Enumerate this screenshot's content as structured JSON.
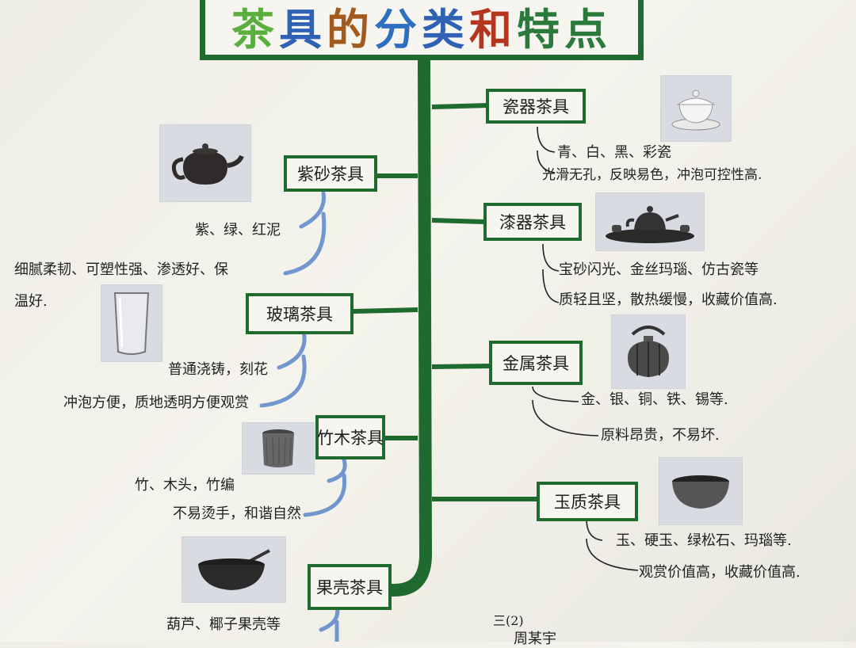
{
  "title": {
    "chars": [
      {
        "text": "茶",
        "color": "c1"
      },
      {
        "text": "具",
        "color": "c2"
      },
      {
        "text": "的",
        "color": "c3"
      },
      {
        "text": "分",
        "color": "c4"
      },
      {
        "text": "类",
        "color": "c2"
      },
      {
        "text": "和",
        "color": "c5"
      },
      {
        "text": "特",
        "color": "c6"
      },
      {
        "text": "点",
        "color": "c6"
      }
    ]
  },
  "right": [
    {
      "label": "瓷器茶具",
      "notes": [
        "青、白、黑、彩瓷",
        "光滑无孔，反映易色，冲泡可控性高."
      ],
      "photo_icon": "gaiwan-icon"
    },
    {
      "label": "漆器茶具",
      "notes": [
        "宝砂闪光、金丝玛瑙、仿古瓷等",
        "质轻且坚，散热缓慢，收藏价值高."
      ],
      "photo_icon": "lacquer-teaset-icon"
    },
    {
      "label": "金属茶具",
      "notes": [
        "金、银、铜、铁、锡等.",
        "原料昂贵，不易坏."
      ],
      "photo_icon": "metal-kettle-icon"
    },
    {
      "label": "玉质茶具",
      "notes": [
        "玉、硬玉、绿松石、玛瑙等.",
        "观赏价值高，收藏价值高."
      ],
      "photo_icon": "jade-bowl-icon"
    }
  ],
  "left": [
    {
      "label": "紫砂茶具",
      "notes": [
        "紫、绿、红泥",
        "细腻柔韧、可塑性强、渗透好、保",
        "温好."
      ],
      "photo_icon": "clay-teapot-icon"
    },
    {
      "label": "玻璃茶具",
      "notes": [
        "普通浇铸，刻花",
        "冲泡方便，质地透明方便观赏"
      ],
      "photo_icon": "glass-cup-icon"
    },
    {
      "label": "竹木茶具",
      "notes": [
        "竹、木头，竹编",
        "不易烫手，和谐自然"
      ],
      "photo_icon": "bamboo-cup-icon"
    },
    {
      "label": "果壳茶具",
      "notes": [
        "葫芦、椰子果壳等"
      ],
      "photo_icon": "shell-bowl-icon"
    }
  ],
  "footer": {
    "class_label": "三(2)",
    "name": "周某宇"
  }
}
